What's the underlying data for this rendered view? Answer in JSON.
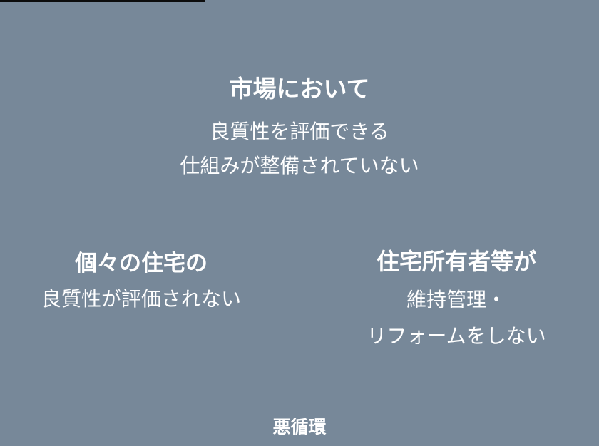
{
  "colors": {
    "background": "#778899",
    "text": "#ffffff",
    "top_bar": "#0d0d0d"
  },
  "top_block": {
    "heading": "市場において",
    "lines": [
      "良質性を評価できる",
      "仕組みが整備されていない"
    ]
  },
  "left_block": {
    "heading": "個々の住宅の",
    "lines": [
      "良質性が評価されない"
    ]
  },
  "right_block": {
    "heading": "住宅所有者等が",
    "lines": [
      "維持管理・",
      "リフォームをしない"
    ]
  },
  "footer": {
    "label": "悪循環"
  }
}
